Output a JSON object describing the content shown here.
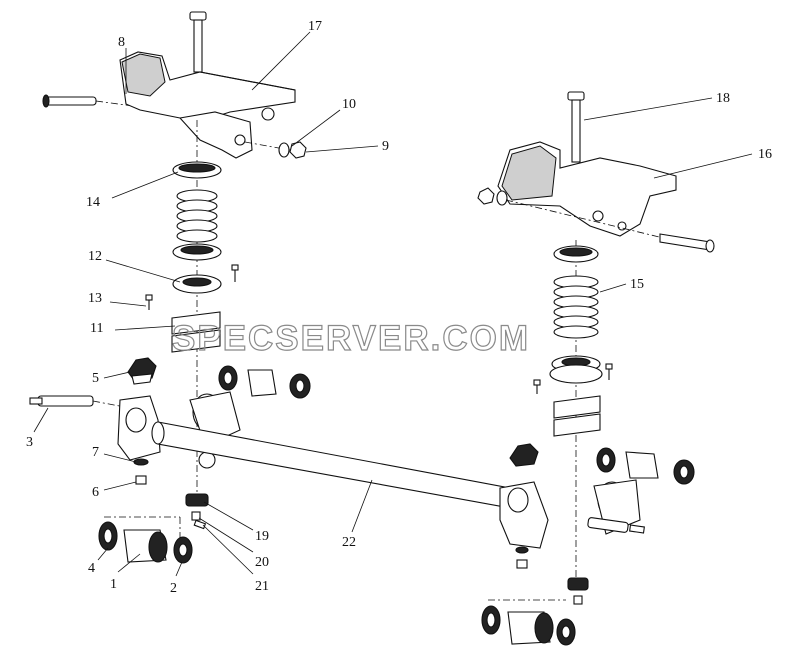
{
  "watermark": "SPECSERVER.COM",
  "callouts": {
    "c1": "1",
    "c2": "2",
    "c3": "3",
    "c4": "4",
    "c5": "5",
    "c6": "6",
    "c7": "7",
    "c8": "8",
    "c9": "9",
    "c10": "10",
    "c11": "11",
    "c12": "12",
    "c13": "13",
    "c14": "14",
    "c15": "15",
    "c16": "16",
    "c17": "17",
    "c18": "18",
    "c19": "19",
    "c20": "20",
    "c21": "21",
    "c22": "22"
  }
}
